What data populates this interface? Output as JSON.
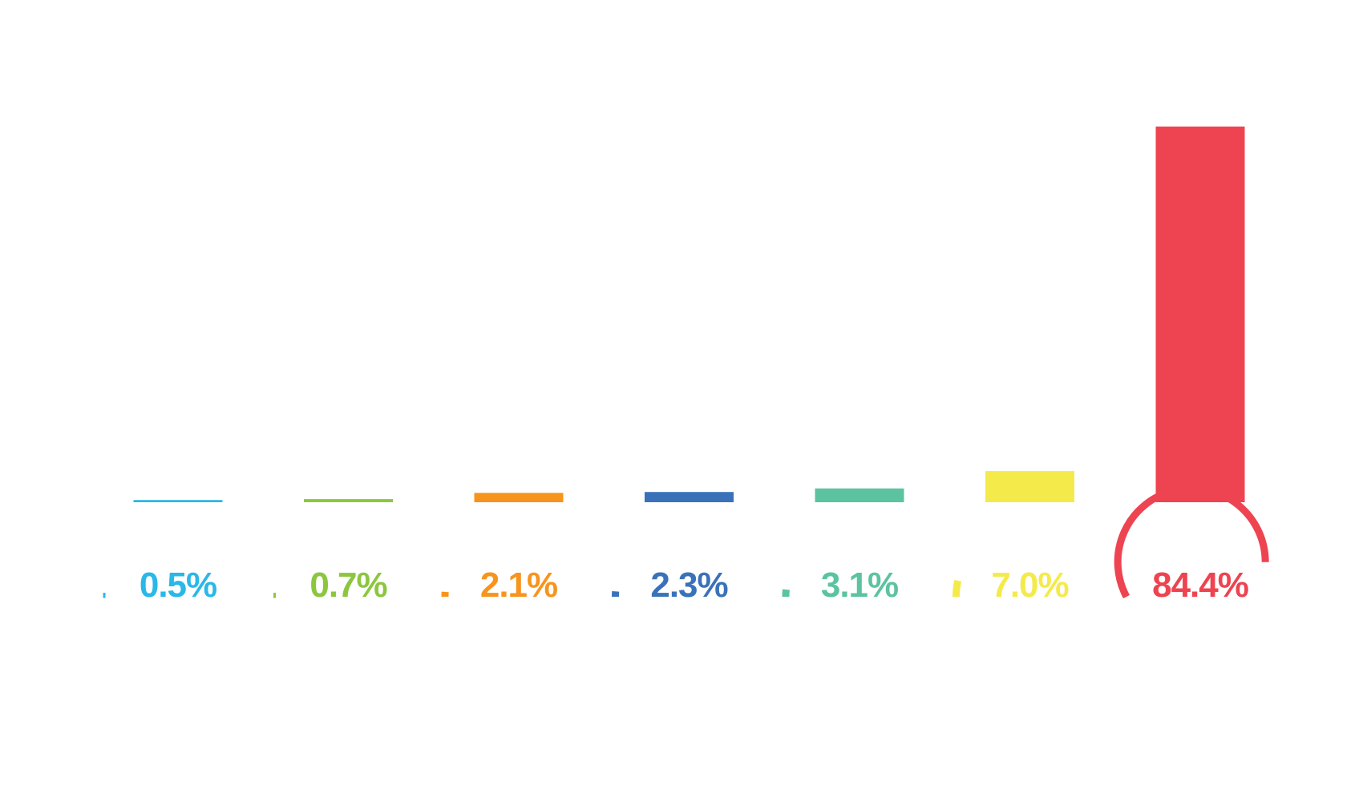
{
  "chart_data": {
    "type": "bar",
    "categories": [],
    "values": [
      0.5,
      0.7,
      2.1,
      2.3,
      3.1,
      7.0,
      84.4
    ],
    "labels": [
      "0.5%",
      "0.7%",
      "2.1%",
      "2.3%",
      "3.1%",
      "7.0%",
      "84.4%"
    ],
    "colors": [
      "#29b8e8",
      "#8cc63f",
      "#f7941d",
      "#3a72b9",
      "#5cc3a0",
      "#f4ea4a",
      "#ee4350"
    ],
    "title": "",
    "xlabel": "",
    "ylabel": "",
    "ylim": [
      0,
      84.4
    ],
    "grid": false,
    "legend": "none",
    "gauge_markers": true
  }
}
